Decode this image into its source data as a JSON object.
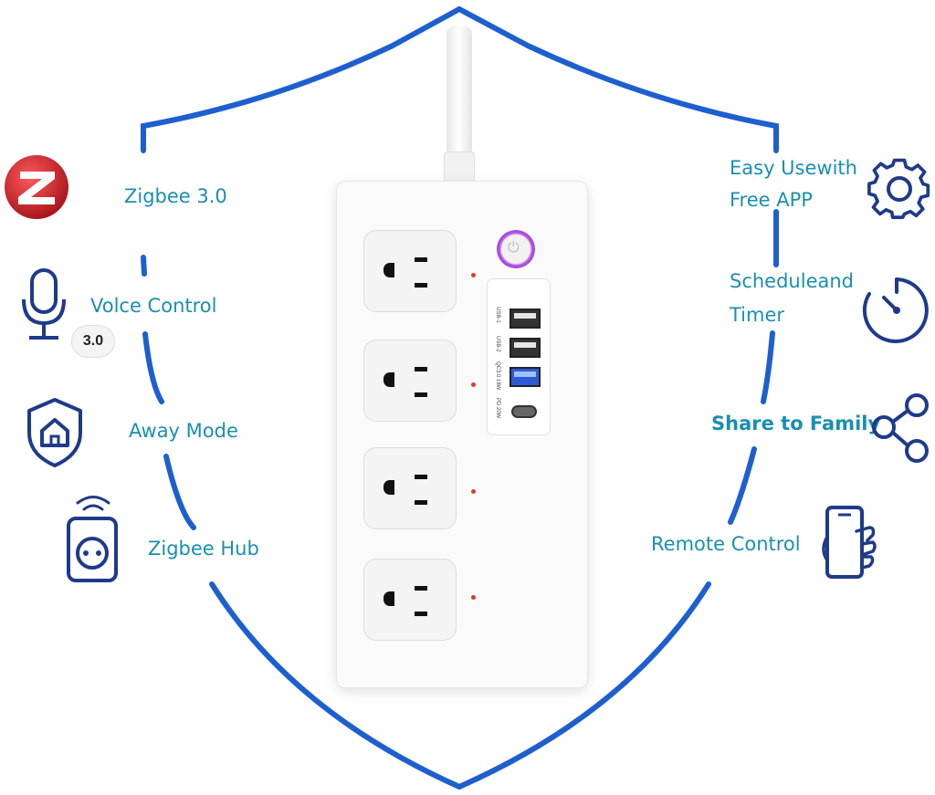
{
  "features_left": [
    {
      "label": "Zigbee 3.0",
      "icon": "zigbee-logo-icon"
    },
    {
      "label": "Volce Control",
      "icon": "microphone-icon"
    },
    {
      "label": "Away Mode",
      "icon": "home-shield-icon"
    },
    {
      "label": "Zigbee Hub",
      "icon": "smart-plug-icon"
    }
  ],
  "features_right": [
    {
      "label_line1": "Easy Usewith",
      "label_line2": "Free APP",
      "icon": "gear-icon"
    },
    {
      "label_line1": "Scheduleand",
      "label_line2": "Timer",
      "icon": "timer-icon"
    },
    {
      "label": "Share to Family",
      "icon": "share-icon"
    },
    {
      "label": "Remote Control",
      "icon": "phone-hand-icon"
    }
  ],
  "zigbee_badge": "3.0",
  "usb_ports": [
    "USB-1",
    "USB-2",
    "QC3.0 18W",
    "PD 20W"
  ],
  "colors": {
    "shield": "#1e5fd0",
    "text": "#1a8fb0",
    "icon": "#1e3a8a",
    "zigbee_red": "#d9252b",
    "led": "#e23a2a"
  }
}
